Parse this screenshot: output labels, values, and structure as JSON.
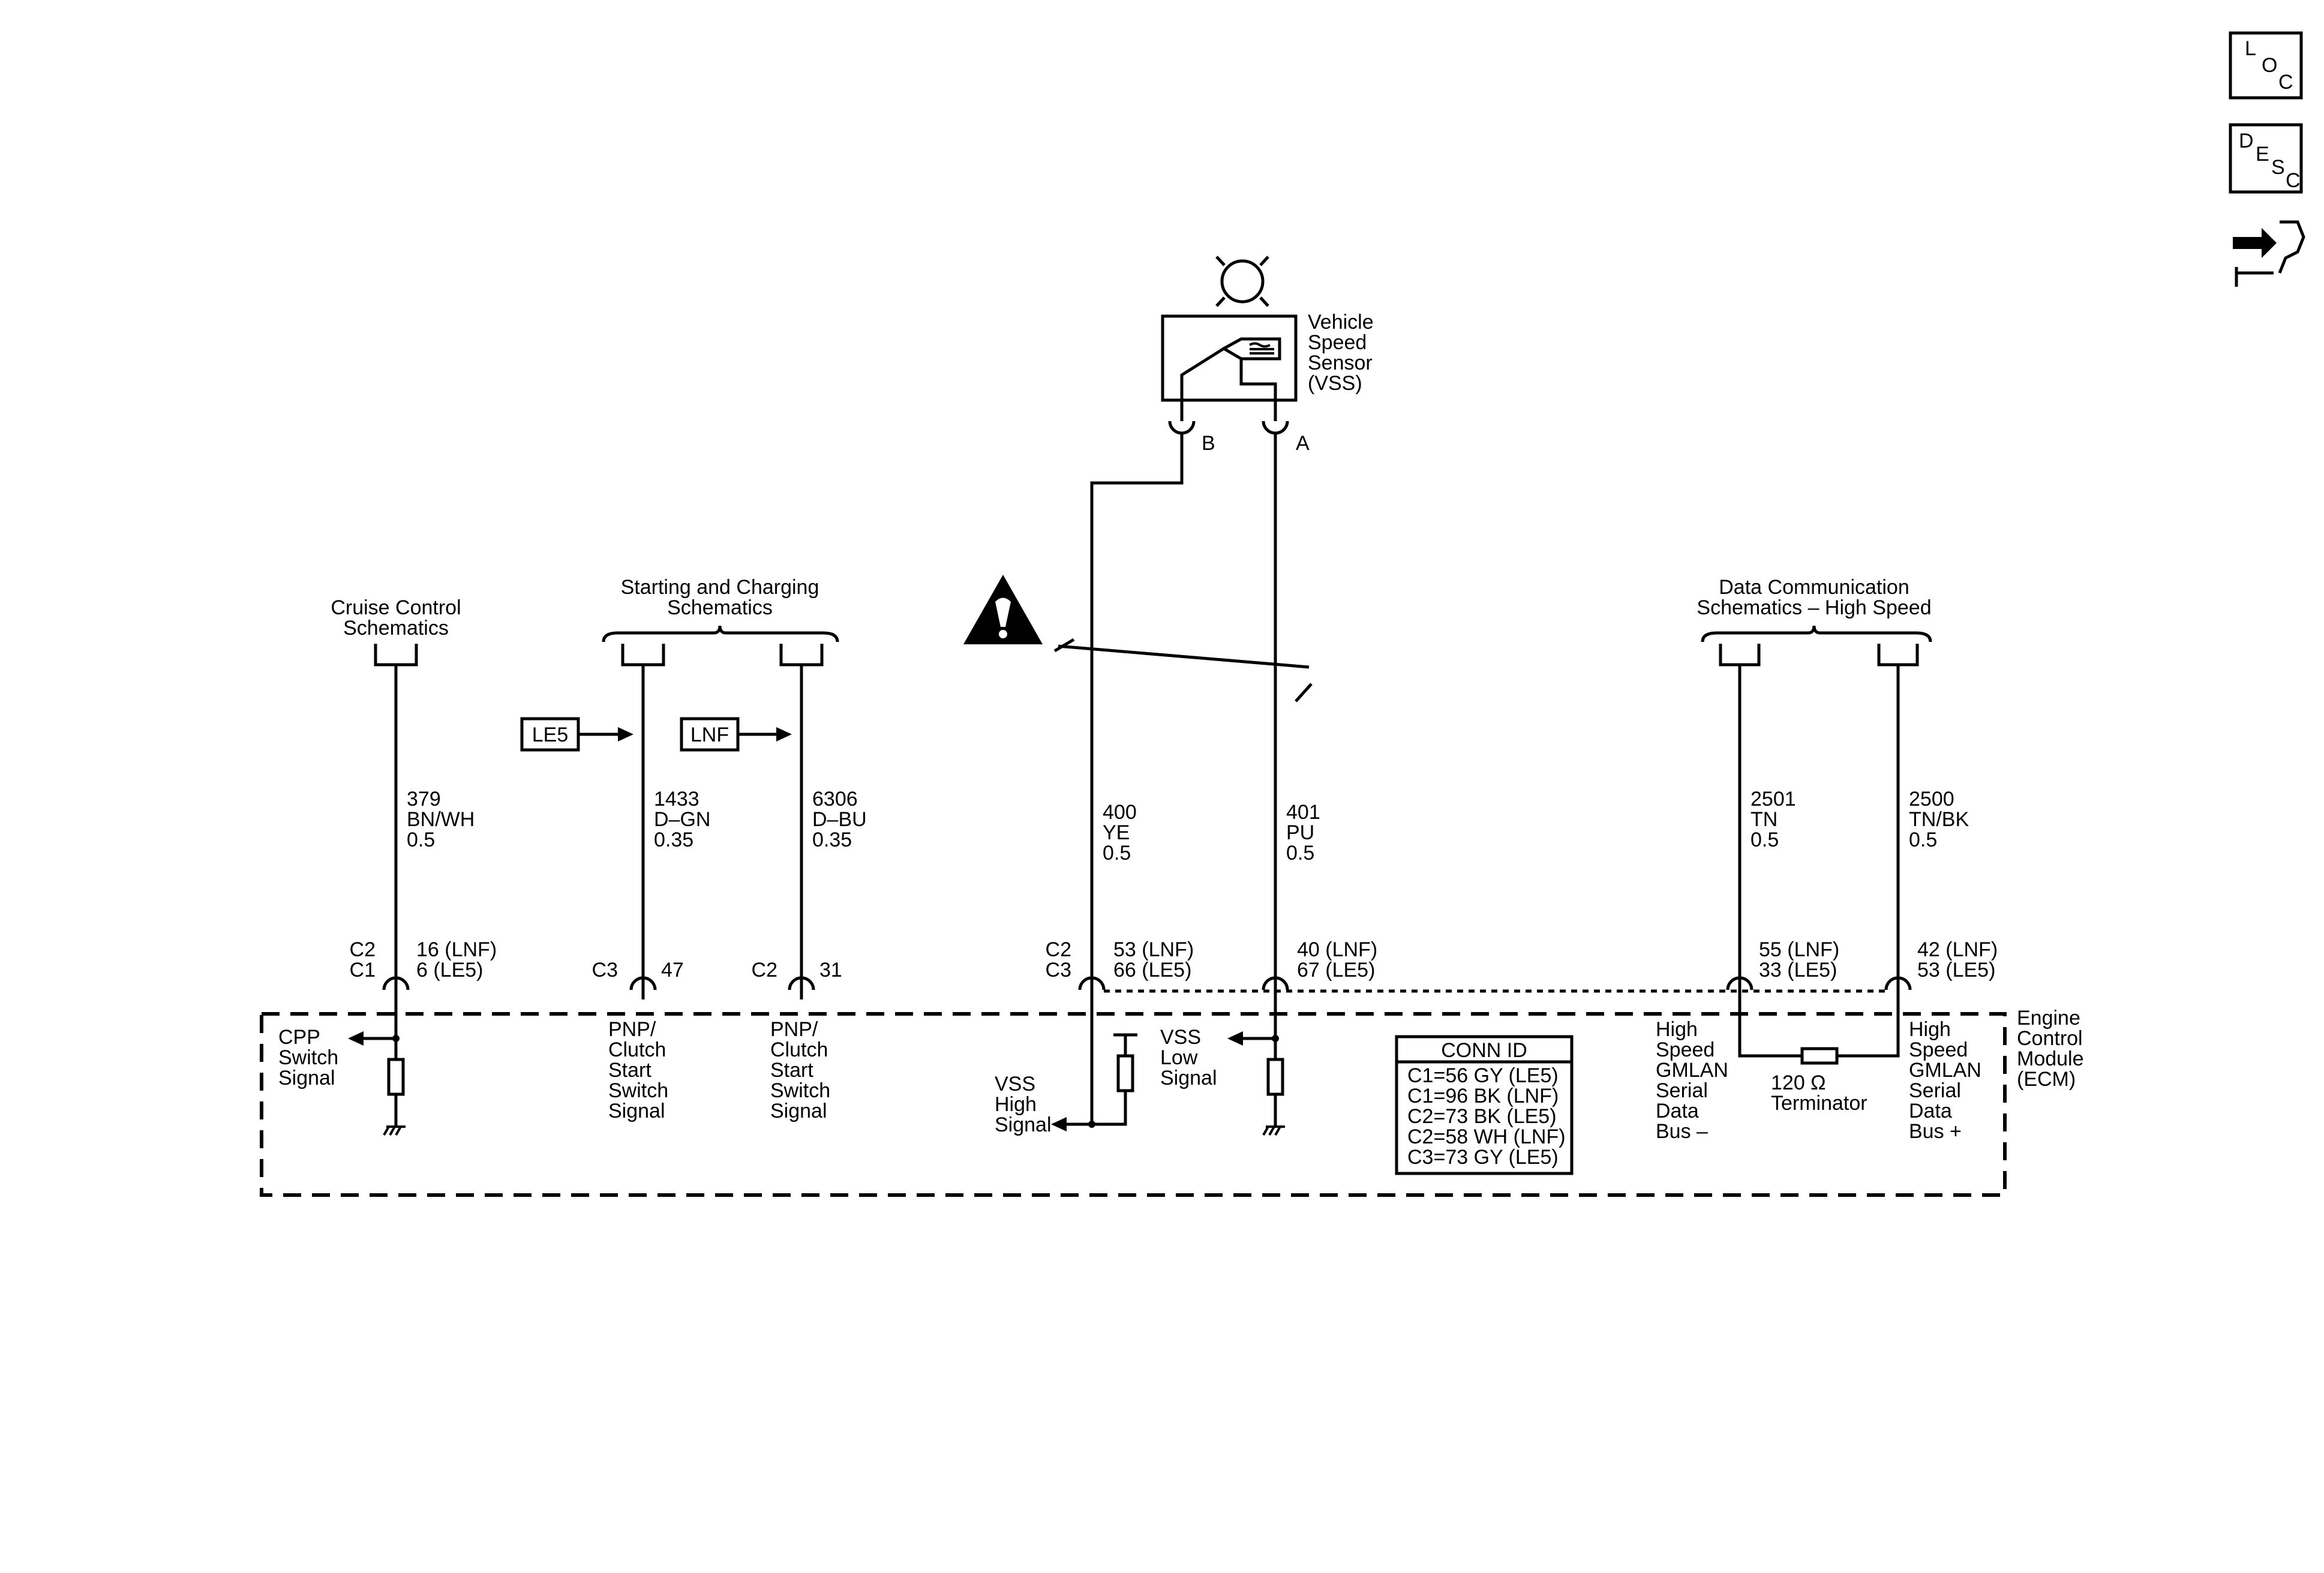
{
  "side_icons": {
    "loc": [
      "L",
      "O",
      "C"
    ],
    "desc": [
      "D",
      "E",
      "S",
      "C"
    ]
  },
  "vss": {
    "name": [
      "Vehicle",
      "Speed",
      "Sensor",
      "(VSS)"
    ],
    "pin_b": "B",
    "pin_a": "A"
  },
  "destinations": {
    "cruise": [
      "Cruise Control",
      "Schematics"
    ],
    "starting": [
      "Starting and Charging",
      "Schematics"
    ],
    "data_comm": [
      "Data Communication",
      "Schematics – High Speed"
    ]
  },
  "option_tags": {
    "le5": "LE5",
    "lnf": "LNF"
  },
  "wires": [
    {
      "circuit": "379",
      "color": "BN/WH",
      "size": "0.5"
    },
    {
      "circuit": "1433",
      "color": "D–GN",
      "size": "0.35"
    },
    {
      "circuit": "6306",
      "color": "D–BU",
      "size": "0.35"
    },
    {
      "circuit": "400",
      "color": "YE",
      "size": "0.5"
    },
    {
      "circuit": "401",
      "color": "PU",
      "size": "0.5"
    },
    {
      "circuit": "2501",
      "color": "TN",
      "size": "0.5"
    },
    {
      "circuit": "2500",
      "color": "TN/BK",
      "size": "0.5"
    }
  ],
  "pins": [
    {
      "conn": [
        "C2",
        "C1"
      ],
      "pin": [
        "16 (LNF)",
        "6 (LE5)"
      ]
    },
    {
      "conn": [
        "C3"
      ],
      "pin": [
        "47"
      ]
    },
    {
      "conn": [
        "C2"
      ],
      "pin": [
        "31"
      ]
    },
    {
      "conn": [
        "C2",
        "C3"
      ],
      "pin": [
        "53 (LNF)",
        "66 (LE5)"
      ]
    },
    {
      "conn": [],
      "pin": [
        "40 (LNF)",
        "67 (LE5)"
      ]
    },
    {
      "conn": [],
      "pin": [
        "55 (LNF)",
        "33 (LE5)"
      ]
    },
    {
      "conn": [],
      "pin": [
        "42 (LNF)",
        "53 (LE5)"
      ]
    }
  ],
  "signals": {
    "cpp": [
      "CPP",
      "Switch",
      "Signal"
    ],
    "pnp1": [
      "PNP/",
      "Clutch",
      "Start",
      "Switch",
      "Signal"
    ],
    "pnp2": [
      "PNP/",
      "Clutch",
      "Start",
      "Switch",
      "Signal"
    ],
    "vss_high": [
      "VSS",
      "High",
      "Signal"
    ],
    "vss_low": [
      "VSS",
      "Low",
      "Signal"
    ],
    "bus_minus": [
      "High",
      "Speed",
      "GMLAN",
      "Serial",
      "Data",
      "Bus –"
    ],
    "bus_plus": [
      "High",
      "Speed",
      "GMLAN",
      "Serial",
      "Data",
      "Bus +"
    ],
    "terminator": [
      "120 Ω",
      "Terminator"
    ]
  },
  "ecm": [
    "Engine",
    "Control",
    "Module",
    "(ECM)"
  ],
  "conn_id": {
    "title": "CONN ID",
    "rows": [
      "C1=56 GY (LE5)",
      "C1=96 BK (LNF)",
      "C2=73 BK (LE5)",
      "C2=58 WH (LNF)",
      "C3=73 GY (LE5)"
    ]
  }
}
